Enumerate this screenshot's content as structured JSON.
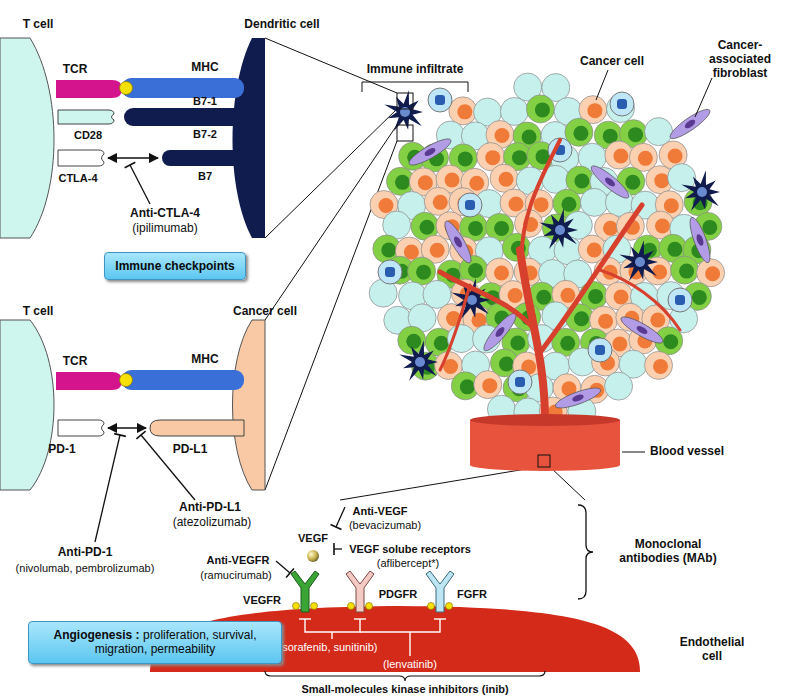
{
  "diagram": {
    "nodes": [
      {
        "text": [
          "Immune checkpoints"
        ]
      },
      {
        "text": [
          "Angiogenesis :",
          "proliferation, survival, migration, permeability"
        ]
      }
    ],
    "labels": [
      "T cell",
      "Dendritic cell",
      "TCR",
      "MHC",
      "B7-1",
      "B7-2",
      "CD28",
      "B7",
      "CTLA-4",
      "Anti-CTLA-4",
      "(ipilimumab)",
      "Immune infiltrate",
      "Cancer cell",
      "Cancer-associated fibroblast",
      "T cell",
      "Cancer cell",
      "TCR",
      "MHC",
      "PD-1",
      "PD-L1",
      "Anti-PD-L1",
      "(atezolizumab)",
      "Anti-PD-1",
      "(nivolumab, pembrolizumab)",
      "Blood vessel",
      "Anti-VEGF",
      "(bevacizumab)",
      "VEGF",
      "VEGF solube receptors",
      "(aflibercept*)",
      "Anti-VEGFR",
      "(ramucirumab)",
      "VEGFR",
      "PDGFR",
      "FGFR",
      "Monoclonal antibodies (MAb)",
      "(sorafenib, sunitinib)",
      "(lenvatinib)",
      "Endothelial cell",
      "Small-molecules kinase inhibitors (inib)"
    ]
  }
}
